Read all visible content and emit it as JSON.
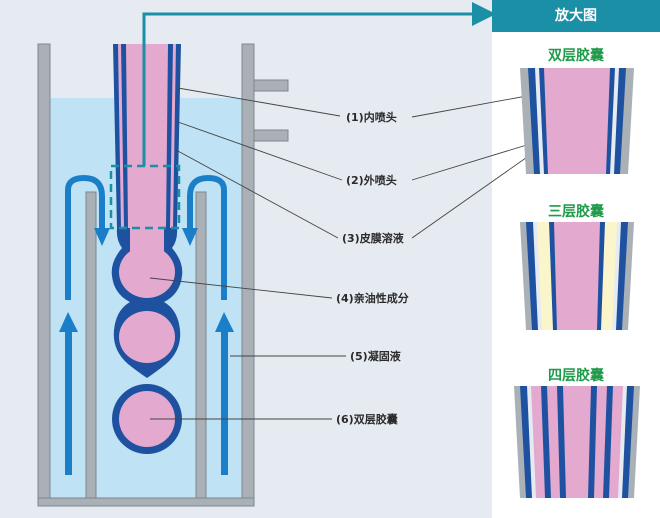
{
  "header": {
    "title": "放大图"
  },
  "labels": {
    "inner_nozzle": "(1)内喷头",
    "outer_nozzle": "(2)外喷头",
    "membrane_solution": "(3)皮膜溶液",
    "lipophilic_component": "(4)亲油性成分",
    "coagulant": "(5)凝固液",
    "double_capsule_label": "(6)双层胶囊"
  },
  "magnified": {
    "double_layer": "双层胶囊",
    "triple_layer": "三层胶囊",
    "quad_layer": "四层胶囊"
  },
  "colors": {
    "pink": "#e3a9cf",
    "blue": "#1e52a0",
    "arrow_blue": "#1a7fc8",
    "liquid": "#bfe2f5",
    "wall_gray": "#a9b0b6",
    "cream": "#fbf5cc",
    "header_teal": "#1a8fa6",
    "caption_green": "#1e9a4a"
  }
}
